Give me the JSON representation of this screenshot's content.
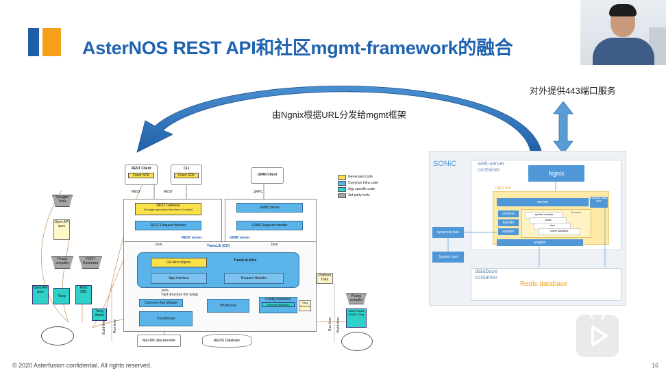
{
  "slide": {
    "title": "AsterNOS REST API和社区mgmt-framework的融合",
    "arrow_label": "由Ngnix根据URL分发给mgmt框架",
    "port_label": "对外提供443端口服务",
    "footer": "© 2020 Asterfusion confidential. All rights reserved.",
    "page_number": "16"
  },
  "left_diagram": {
    "rest_client": "REST Client",
    "client_sdk_1": "Client SDK",
    "cli": "CLI",
    "client_sdk_2": "Client SDK",
    "gnmi_client": "GNMI Client",
    "rest_1": "REST",
    "rest_2": "REST",
    "grpc": "gRPC",
    "rest_gateway": "REST Gateway",
    "rest_gateway_sub": "(Swagger generated handlers & models)",
    "rest_request_handler": "REST Request Handler",
    "rest_server": "REST server",
    "gnmi_server_box": "GNMI Server",
    "gnmi_request_handler": "GNMI Request Handler",
    "gnmi_server": "GNMI server",
    "json_1": "Json",
    "json_2": "Json",
    "translib_go": "TransLib (GO)",
    "go_bind": "GO-bind objects",
    "translib_infra": "TransLib-infra",
    "app_interface": "App Interface",
    "request_handler": "Request Handler",
    "json_ygot": "Json,\nYgot structure (for yang)",
    "common_app_module": "Common App Module",
    "db_access": "DB Access",
    "config_validation": "Config Validation",
    "schema_validation": "Schema Validation",
    "transformer": "Transformer",
    "non_db_provider": "Non-DB data provider",
    "redis_database": "REDIS Database",
    "swagger_tools": "Swagger Tools",
    "open_api_spec": "Open API spec",
    "pyang_compiler": "Pyang compiler",
    "ygot_generator": "YGOT Generator",
    "open_api_spec2": "Open API spec",
    "yang": "Yang",
    "klish_xml": "Klish XML",
    "yang_annot": "Yang Annot",
    "platform_data": "Platform Data",
    "yang_schema": "Yang Schema",
    "pyang_compiler2": "Pyang compiler",
    "abnf_sonic": "ABNF based SONiC Yang",
    "build_time_1": "Build time",
    "run_time_1": "Run time",
    "build_time_2": "Build time",
    "run_time_2": "Run time",
    "legend": {
      "generated": "Generated code",
      "common_infra": "Common Infra code",
      "app_specific": "App specific code",
      "third_party": "3rd party tools"
    },
    "colors": {
      "generated": "#fce24a",
      "common_infra": "#5ab4ea",
      "app_specific": "#2fd0c8",
      "third_party": "#a5a5a5"
    }
  },
  "right_diagram": {
    "sonic": "SONiC",
    "web_server": "web-server\ncontainer",
    "ngnix": "Ngnix",
    "rest_api": "REST API",
    "service": "service",
    "interface_state_task": "interface state task",
    "schema": "schema",
    "handler": "handler",
    "adapter": "adapter",
    "modules": "Modules",
    "system_module": "system module",
    "ports": "ports",
    "vlan": "vlan",
    "router_interface": "router interface",
    "wrapper": "wrapper",
    "sys_proxy": "sys-proxy task",
    "system_cmd": "System cmd",
    "database_container": "database\ncontainer",
    "redis": "Redis database",
    "colors": {
      "panel": "#eef2f7",
      "blue": "#4f97d6",
      "yellow": "#ffe9a6"
    }
  }
}
